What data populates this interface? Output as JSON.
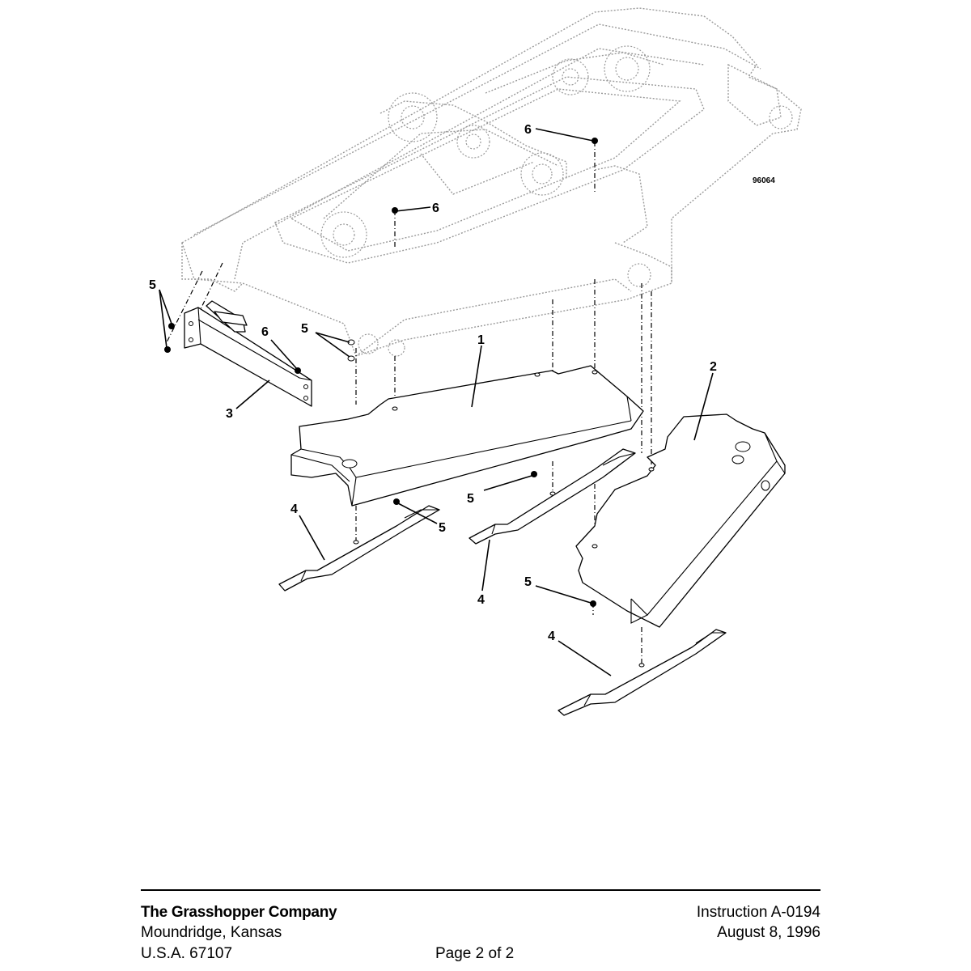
{
  "diagram": {
    "figure_number": "96064",
    "callouts": {
      "c1": "1",
      "c2": "2",
      "c3": "3",
      "c4a": "4",
      "c4b": "4",
      "c4c": "4",
      "c5a": "5",
      "c5b": "5",
      "c5c": "5",
      "c5d": "5",
      "c5e": "5",
      "c6a": "6",
      "c6b": "6",
      "c6c": "6"
    }
  },
  "footer": {
    "company_name": "The Grasshopper Company",
    "city": "Moundridge, Kansas",
    "country": "U.S.A. 67107",
    "page": "Page 2 of 2",
    "instruction": "Instruction A-0194",
    "date": "August 8, 1996"
  }
}
